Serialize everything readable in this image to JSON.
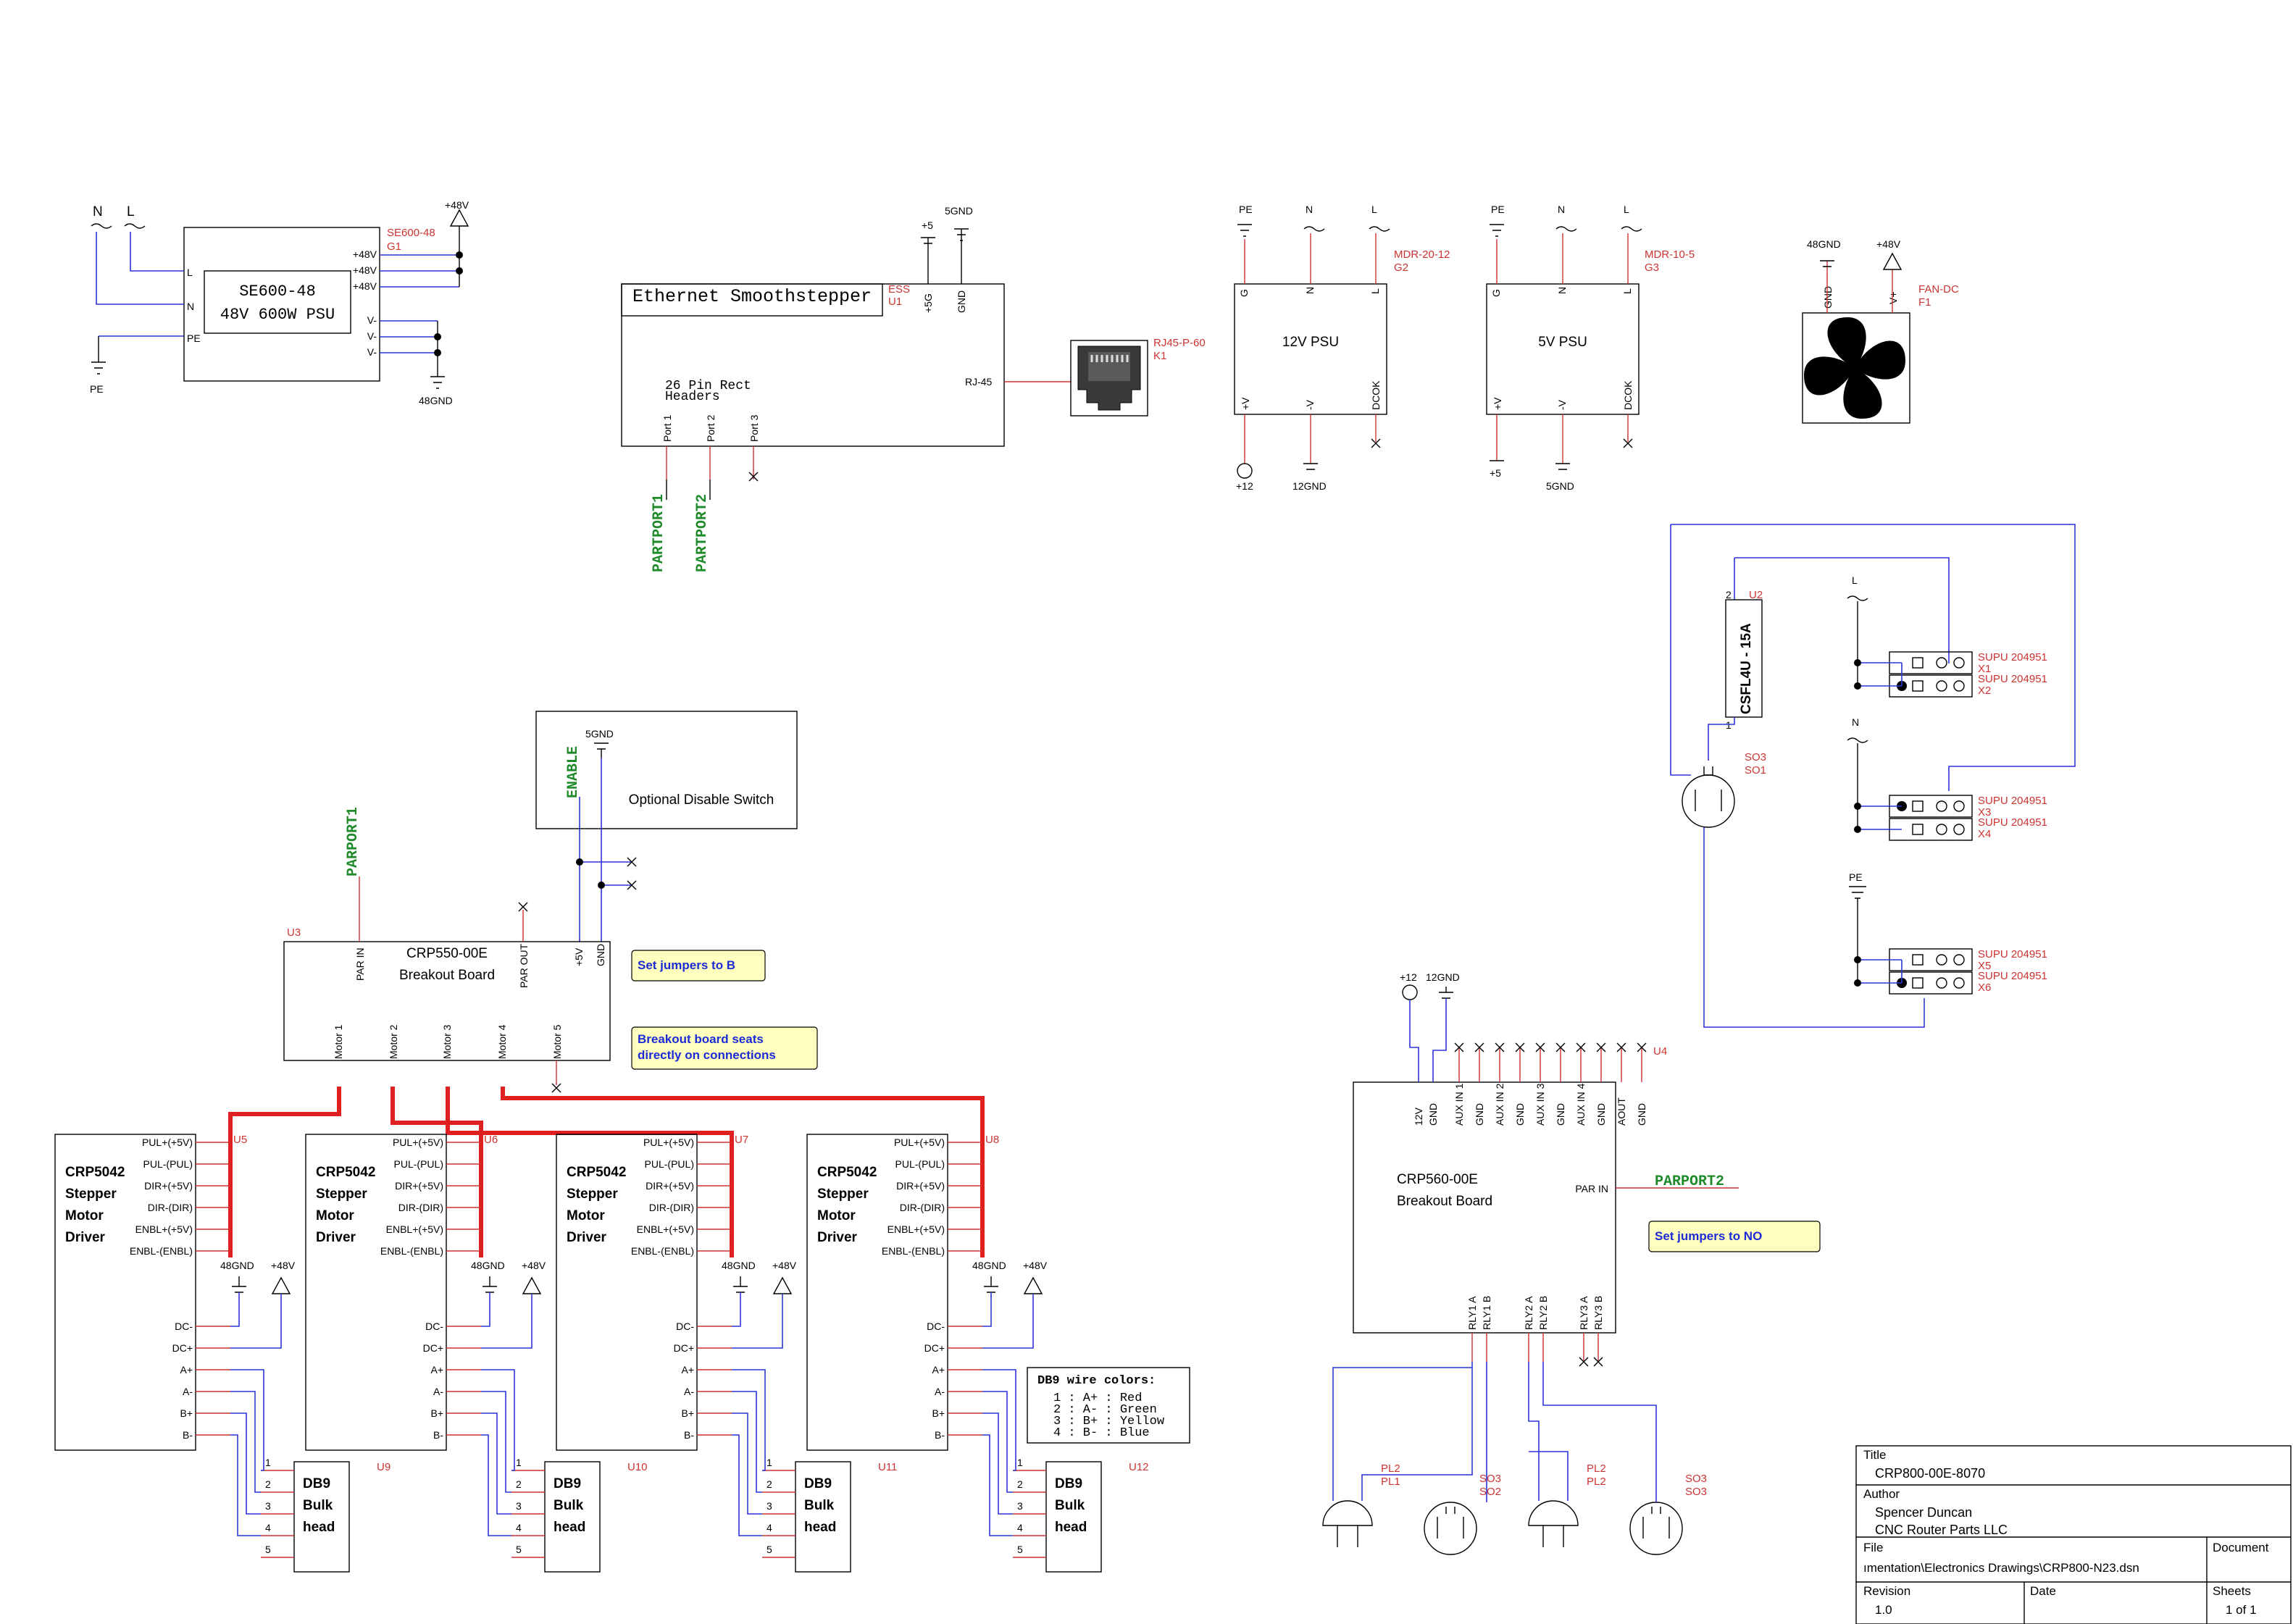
{
  "psu_48": {
    "ref": "SE600-48",
    "ref2": "G1",
    "name": "SE600-48",
    "desc": "48V 600W PSU",
    "pins": [
      "L",
      "N",
      "PE",
      "+48V",
      "+48V",
      "+48V",
      "V-",
      "V-",
      "V-"
    ],
    "sym_n": "N",
    "sym_l": "L",
    "sym_pe": "PE",
    "sym_48v": "+48V",
    "sym_48gnd": "48GND"
  },
  "ess": {
    "ref": "ESS",
    "ref2": "U1",
    "title": "Ethernet Smoothstepper",
    "headers": "26 Pin Rect\nHeaders",
    "port1": "Port 1",
    "port2": "Port 2",
    "port3": "Port 3",
    "pin_5": "+5G",
    "pin_gnd": "GND",
    "pin_rj": "RJ-45",
    "sym_5": "+5",
    "sym_5gnd": "5GND",
    "net1": "PARTPORT1",
    "net2": "PARTPORT2"
  },
  "rj45": {
    "ref": "RJ45-P-60",
    "ref2": "K1"
  },
  "psu12": {
    "ref": "MDR-20-12",
    "ref2": "G2",
    "name": "12V PSU",
    "top": [
      "G",
      "N",
      "L"
    ],
    "bot": [
      "+V",
      "-V",
      "DCOK"
    ],
    "sym_pe": "PE",
    "sym_n": "N",
    "sym_l": "L",
    "sym_12": "+12",
    "sym_12gnd": "12GND"
  },
  "psu5": {
    "ref": "MDR-10-5",
    "ref2": "G3",
    "name": "5V PSU",
    "top": [
      "G",
      "N",
      "L"
    ],
    "bot": [
      "+V",
      "-V",
      "DCOK"
    ],
    "sym_pe": "PE",
    "sym_n": "N",
    "sym_l": "L",
    "sym_5": "+5",
    "sym_5gnd": "5GND"
  },
  "fan": {
    "ref": "FAN-DC",
    "ref2": "F1",
    "gnd": "GND",
    "v": "V+",
    "sym_48gnd": "48GND",
    "sym_48v": "+48V"
  },
  "ssr": {
    "ref": "U2",
    "label": "CSFL4U - 15A",
    "pin2": "2",
    "pin1": "1"
  },
  "so_main": {
    "ref": "SO3",
    "ref2": "SO1"
  },
  "supu": {
    "l": "L",
    "n": "N",
    "pe": "PE",
    "labels": [
      [
        "SUPU 204951",
        "X1"
      ],
      [
        "SUPU 204951",
        "X2"
      ],
      [
        "SUPU 204951",
        "X3"
      ],
      [
        "SUPU 204951",
        "X4"
      ],
      [
        "SUPU 204951",
        "X5"
      ],
      [
        "SUPU 204951",
        "X6"
      ]
    ]
  },
  "switch": {
    "label": "Optional Disable Switch",
    "net": "ENABLE",
    "sym_5gnd": "5GND"
  },
  "bob550": {
    "ref": "U3",
    "name": "CRP550-00E",
    "sub": "Breakout Board",
    "net": "PARPORT1",
    "pins_top": [
      "PAR IN",
      "PAR OUT",
      "+5V",
      "GND"
    ],
    "pins_bot": [
      "Motor 1",
      "Motor 2",
      "Motor 3",
      "Motor 4",
      "Motor 5"
    ]
  },
  "notes": {
    "jb": "Set jumpers to B",
    "seat1": "Breakout board seats",
    "seat2": "directly on connections",
    "no": "Set jumpers to NO"
  },
  "drivers": [
    {
      "ref": "U5",
      "name": [
        "CRP5042",
        "Stepper",
        "Motor",
        "Driver"
      ]
    },
    {
      "ref": "U6",
      "name": [
        "CRP5042",
        "Stepper",
        "Motor",
        "Driver"
      ]
    },
    {
      "ref": "U7",
      "name": [
        "CRP5042",
        "Stepper",
        "Motor",
        "Driver"
      ]
    },
    {
      "ref": "U8",
      "name": [
        "CRP5042",
        "Stepper",
        "Motor",
        "Driver"
      ]
    }
  ],
  "driver_pins_top": [
    "PUL+(+5V)",
    "PUL-(PUL)",
    "DIR+(+5V)",
    "DIR-(DIR)",
    "ENBL+(+5V)",
    "ENBL-(ENBL)"
  ],
  "driver_pins_bot": [
    "DC-",
    "DC+",
    "A+",
    "A-",
    "B+",
    "B-"
  ],
  "driver_pwr": {
    "gnd": "48GND",
    "v": "+48V"
  },
  "db9": [
    {
      "ref": "U9"
    },
    {
      "ref": "U10"
    },
    {
      "ref": "U11"
    },
    {
      "ref": "U12"
    }
  ],
  "db9_name": [
    "DB9",
    "Bulk",
    "head"
  ],
  "db9_pins": [
    "1",
    "2",
    "3",
    "4",
    "5"
  ],
  "db9_colors": {
    "title": "DB9 wire colors:",
    "rows": [
      "1 : A+ : Red",
      "2 : A- : Green",
      "3 : B+ : Yellow",
      "4 : B- : Blue"
    ]
  },
  "bob560": {
    "ref": "U4",
    "name": "CRP560-00E",
    "sub": "Breakout Board",
    "par": "PAR IN",
    "net": "PARPORT2",
    "sym_12": "+12",
    "sym_12gnd": "12GND",
    "pins_top": [
      "12V",
      "GND",
      "AUX IN 1",
      "GND",
      "AUX IN 2",
      "GND",
      "AUX IN 3",
      "GND",
      "AUX IN 4",
      "GND",
      "AOUT",
      "GND"
    ],
    "pins_bot": [
      "RLY1 A",
      "RLY1 B",
      "RLY2 A",
      "RLY2 B",
      "RLY3 A",
      "RLY3 B"
    ]
  },
  "plugs": [
    {
      "a": "PL2",
      "b": "PL1",
      "c": "SO3",
      "d": "SO2"
    },
    {
      "a": "PL2",
      "b": "PL2",
      "c": "SO3",
      "d": "SO3"
    }
  ],
  "titleblock": {
    "title_h": "Title",
    "title": "CRP800-00E-8070",
    "author_h": "Author",
    "author1": "Spencer Duncan",
    "author2": "CNC Router Parts LLC",
    "file_h": "File",
    "file": "ımentation\\Electronics Drawings\\CRP800-N23.dsn",
    "doc_h": "Document",
    "rev_h": "Revision",
    "rev": "1.0",
    "date_h": "Date",
    "sheets_h": "Sheets",
    "sheets": "1 of 1"
  }
}
